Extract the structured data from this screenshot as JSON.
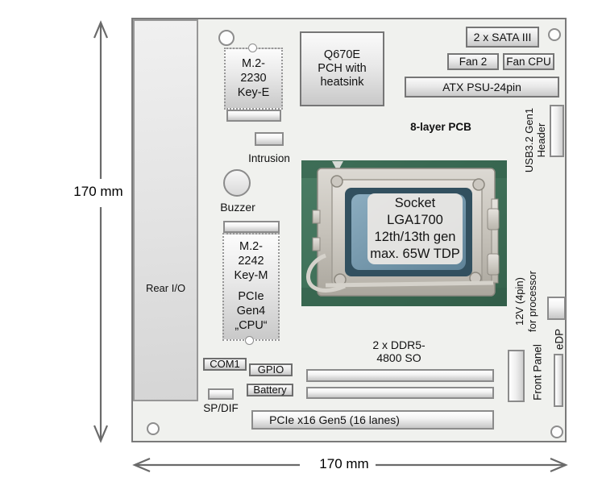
{
  "diagram": {
    "dim_height": "170 mm",
    "dim_width": "170 mm"
  },
  "board": {
    "rear_io": "Rear I/O",
    "pcb_note": "8-layer PCB",
    "m2_2230": {
      "l1": "M.2-",
      "l2": "2230",
      "l3": "Key-E"
    },
    "intrusion": "Intrusion",
    "buzzer": "Buzzer",
    "m2_2242": {
      "l1": "M.2-",
      "l2": "2242",
      "l3": "Key-M",
      "l4": "PCIe",
      "l5": "Gen4",
      "l6": "„CPU“"
    },
    "pch": {
      "l1": "Q670E",
      "l2": "PCH with",
      "l3": "heatsink"
    },
    "sata": "2 x SATA III",
    "fan2": "Fan 2",
    "fan_cpu": "Fan CPU",
    "atx": "ATX PSU-24pin",
    "usb_header": {
      "l1": "USB3.2 Gen1",
      "l2": "Header"
    },
    "socket": {
      "l1": "Socket",
      "l2": "LGA1700",
      "l3": "12th/13th gen",
      "l4": "max. 65W TDP"
    },
    "cpu_power": {
      "l1": "12V (4pin)",
      "l2": "for processor"
    },
    "ddr5": {
      "l1": "2 x DDR5-",
      "l2": "4800 SO"
    },
    "front_panel": "Front Panel",
    "edp": "eDP",
    "pcie": "PCIe x16 Gen5 (16 lanes)",
    "com1": "COM1",
    "gpio": "GPIO",
    "battery": "Battery",
    "spdif": "SP/DIF"
  },
  "colors": {
    "board_fill": "#f0f1ee",
    "board_border": "#7a7a7a",
    "connector_border": "#8b8b8b",
    "arrow": "#6a6a6a",
    "pcb_green": "#44755d",
    "socket_blue": "#7ba0b6",
    "metal_silver": "#cfccc5"
  }
}
